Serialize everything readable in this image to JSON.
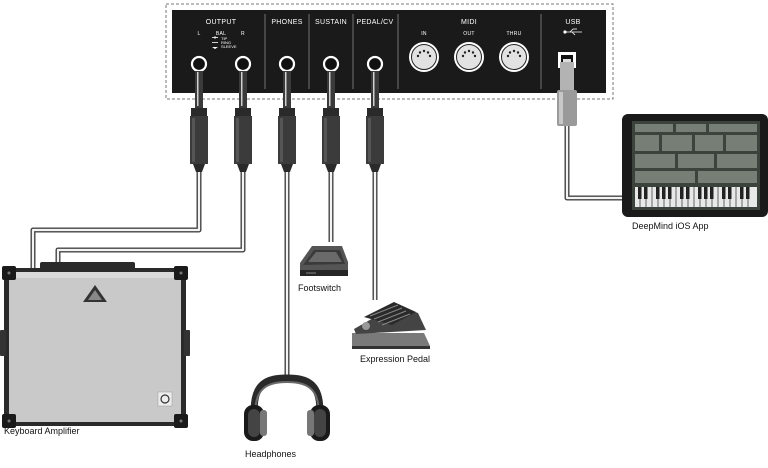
{
  "panel": {
    "output_label": "OUTPUT",
    "output_left": "L",
    "output_bal": "BAL",
    "output_right": "R",
    "output_legend": [
      "TIP",
      "RING",
      "SLEEVE"
    ],
    "phones_label": "PHONES",
    "sustain_label": "SUSTAIN",
    "pedal_label": "PEDAL/CV",
    "midi_label": "MIDI",
    "midi_in": "IN",
    "midi_out": "OUT",
    "midi_thru": "THRU",
    "usb_label": "USB"
  },
  "devices": {
    "ios_app": "DeepMind iOS App",
    "footswitch": "Footswitch",
    "expression_pedal": "Expression Pedal",
    "keyboard_amplifier": "Keyboard Amplifier",
    "headphones": "Headphones"
  }
}
